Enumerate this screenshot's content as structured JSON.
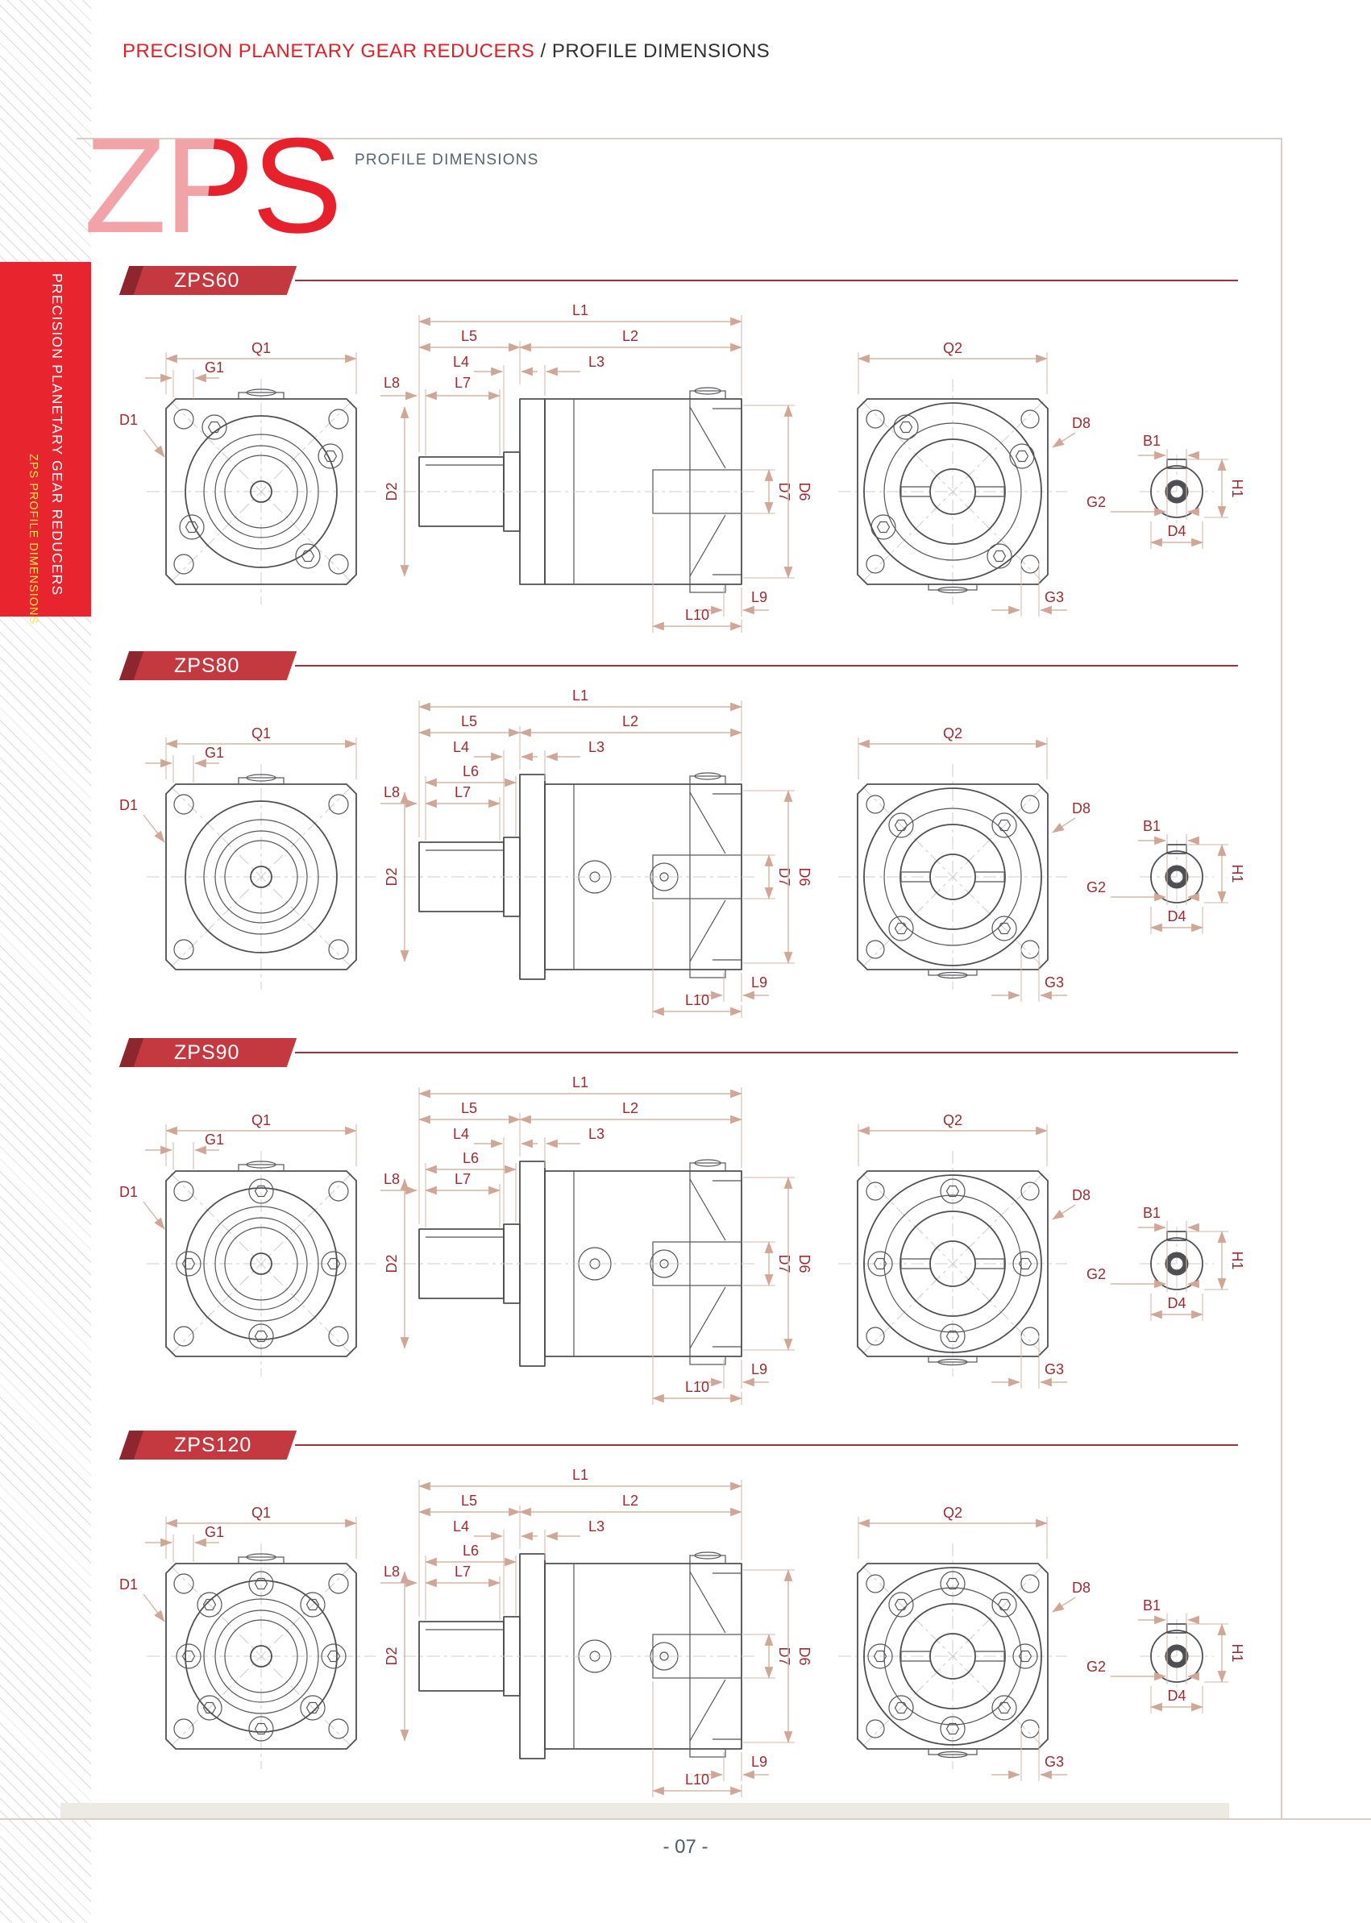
{
  "page": {
    "number": "- 07 -"
  },
  "header": {
    "title_red": "PRECISION PLANETARY GEAR REDUCERS",
    "divider": " / ",
    "title_dark": "PROFILE DIMENSIONS"
  },
  "logo": {
    "text": "ZPS",
    "subtitle": "PROFILE DIMENSIONS"
  },
  "sidebar": {
    "line1": "PRECISION PLANETARY GEAR REDUCERS",
    "line2": "ZPS PROFILE DIMENSIONS"
  },
  "colors": {
    "red": "#e7212b",
    "pink": "#f2a3a8",
    "ribbon": "#c4393f",
    "ribbon_dark": "#8e2630",
    "dim_label": "#9e2a30",
    "dim_line": "#d6b5a3",
    "slate": "#566472",
    "yellow": "#f7e94d"
  },
  "sections": [
    {
      "name": "ZPS60",
      "labels": {
        "q1": "Q1",
        "g1": "G1",
        "d1": "D1",
        "l1": "L1",
        "l2": "L2",
        "l3": "L3",
        "l4": "L4",
        "l5": "L5",
        "l7": "L7",
        "l8": "L8",
        "l9": "L9",
        "l10": "L10",
        "d2": "D2",
        "d6": "D6",
        "d7": "D7",
        "q2": "Q2",
        "d8": "D8",
        "g2": "G2",
        "g3": "G3",
        "b1": "B1",
        "h1": "H1",
        "d4": "D4"
      }
    },
    {
      "name": "ZPS80",
      "labels": {
        "q1": "Q1",
        "g1": "G1",
        "d1": "D1",
        "l1": "L1",
        "l2": "L2",
        "l3": "L3",
        "l4": "L4",
        "l5": "L5",
        "l6": "L6",
        "l7": "L7",
        "l8": "L8",
        "l9": "L9",
        "l10": "L10",
        "d2": "D2",
        "d6": "D6",
        "d7": "D7",
        "q2": "Q2",
        "d8": "D8",
        "g2": "G2",
        "g3": "G3",
        "b1": "B1",
        "h1": "H1",
        "d4": "D4"
      }
    },
    {
      "name": "ZPS90",
      "labels": {
        "q1": "Q1",
        "g1": "G1",
        "d1": "D1",
        "l1": "L1",
        "l2": "L2",
        "l3": "L3",
        "l4": "L4",
        "l5": "L5",
        "l6": "L6",
        "l7": "L7",
        "l8": "L8",
        "l9": "L9",
        "l10": "L10",
        "d2": "D2",
        "d6": "D6",
        "d7": "D7",
        "q2": "Q2",
        "d8": "D8",
        "g2": "G2",
        "g3": "G3",
        "b1": "B1",
        "h1": "H1",
        "d4": "D4"
      }
    },
    {
      "name": "ZPS120",
      "labels": {
        "q1": "Q1",
        "g1": "G1",
        "d1": "D1",
        "l1": "L1",
        "l2": "L2",
        "l3": "L3",
        "l4": "L4",
        "l5": "L5",
        "l6": "L6",
        "l7": "L7",
        "l8": "L8",
        "l9": "L9",
        "l10": "L10",
        "d2": "D2",
        "d6": "D6",
        "d7": "D7",
        "q2": "Q2",
        "d8": "D8",
        "g2": "G2",
        "g3": "G3",
        "b1": "B1",
        "h1": "H1",
        "d4": "D4"
      }
    }
  ]
}
